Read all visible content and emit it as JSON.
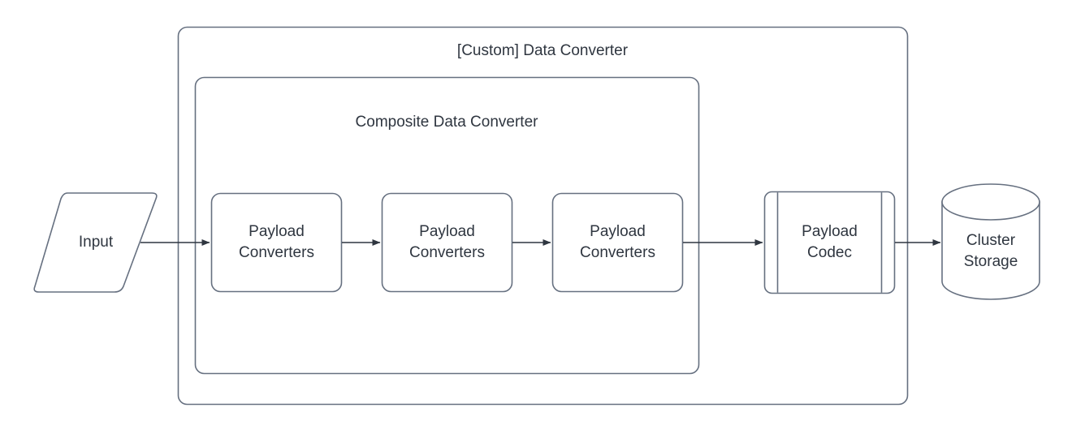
{
  "diagram": {
    "type": "flowchart",
    "title": "[Custom] Data Converter",
    "background_color": "#ffffff",
    "stroke_color": "#667080",
    "text_color": "#2f3640",
    "arrow_color": "#2f3640",
    "containers": [
      {
        "id": "custom-data-converter",
        "label": "[Custom] Data Converter",
        "shape": "rounded-rectangle"
      },
      {
        "id": "composite-data-converter",
        "label": "Composite Data Converter",
        "shape": "rounded-rectangle"
      }
    ],
    "nodes": [
      {
        "id": "input",
        "label": "Input",
        "shape": "parallelogram"
      },
      {
        "id": "payload-converters-1",
        "label": "Payload\nConverters",
        "shape": "rounded-rectangle"
      },
      {
        "id": "payload-converters-2",
        "label": "Payload\nConverters",
        "shape": "rounded-rectangle"
      },
      {
        "id": "payload-converters-3",
        "label": "Payload\nConverters",
        "shape": "rounded-rectangle"
      },
      {
        "id": "payload-codec",
        "label": "Payload\nCodec",
        "shape": "process"
      },
      {
        "id": "cluster-storage",
        "label": "Cluster\nStorage",
        "shape": "cylinder"
      }
    ],
    "edges": [
      {
        "from": "input",
        "to": "payload-converters-1",
        "arrow": "open-filled"
      },
      {
        "from": "payload-converters-1",
        "to": "payload-converters-2",
        "arrow": "open-filled"
      },
      {
        "from": "payload-converters-2",
        "to": "payload-converters-3",
        "arrow": "open-filled"
      },
      {
        "from": "payload-converters-3",
        "to": "payload-codec",
        "arrow": "open-filled"
      },
      {
        "from": "payload-codec",
        "to": "cluster-storage",
        "arrow": "open-filled"
      }
    ]
  }
}
